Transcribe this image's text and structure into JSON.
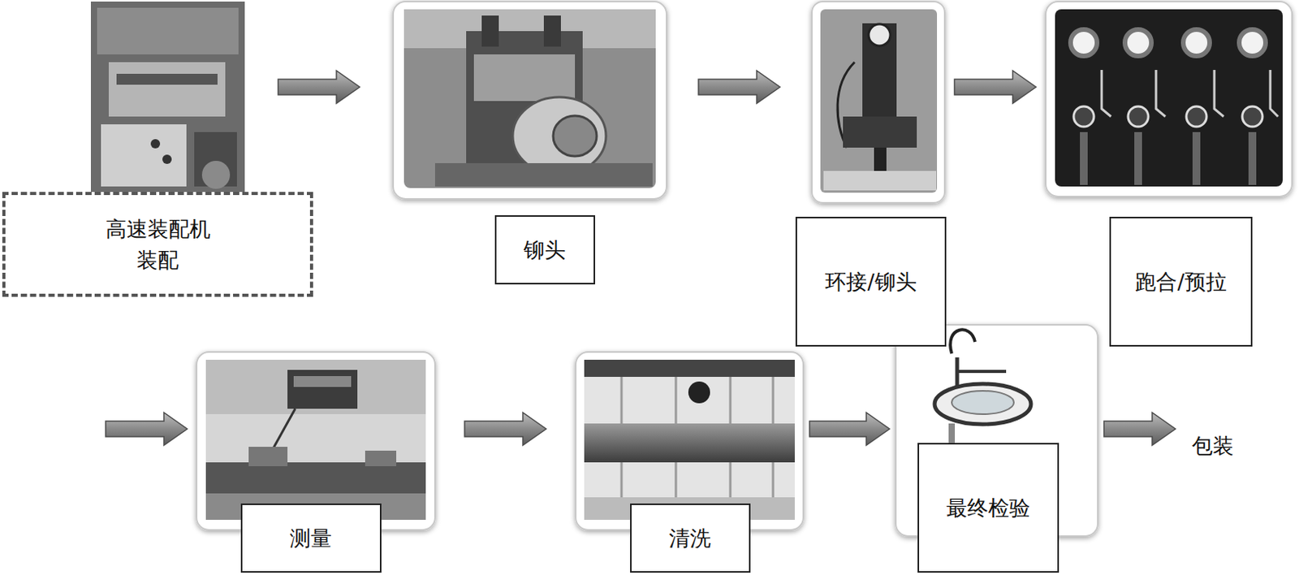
{
  "diagram": {
    "nodes": [
      {
        "text": [
          "高速装配机 装配"
        ]
      },
      {
        "text": [
          "铆头"
        ]
      },
      {
        "text": [
          "环接/铆头"
        ]
      },
      {
        "text": [
          "跑合/预拉"
        ]
      },
      {
        "text": [
          "测量"
        ]
      },
      {
        "text": [
          "清洗"
        ]
      },
      {
        "text": [
          "最终检验"
        ]
      },
      {
        "text": [
          "包装"
        ]
      }
    ],
    "edges": [
      {
        "from": 0,
        "to": 1,
        "arrow": "to"
      },
      {
        "from": 1,
        "to": 2,
        "arrow": "to"
      },
      {
        "from": 2,
        "to": 3,
        "arrow": "to"
      },
      {
        "from": 3,
        "to": 4,
        "arrow": "to"
      },
      {
        "from": 4,
        "to": 5,
        "arrow": "to"
      },
      {
        "from": 5,
        "to": 6,
        "arrow": "to"
      },
      {
        "from": 6,
        "to": 7,
        "arrow": "to"
      }
    ]
  }
}
